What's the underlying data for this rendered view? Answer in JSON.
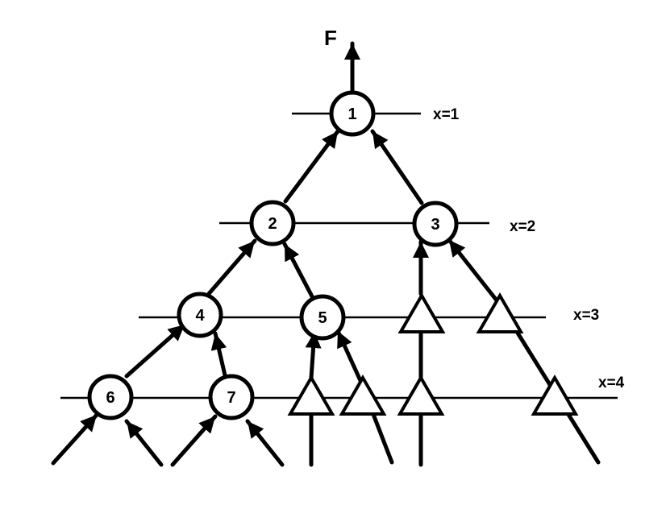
{
  "output_label": "F",
  "levels": [
    "x=1",
    "x=2",
    "x=3",
    "x=4"
  ],
  "nodes": [
    "1",
    "2",
    "3",
    "4",
    "5",
    "6",
    "7"
  ]
}
